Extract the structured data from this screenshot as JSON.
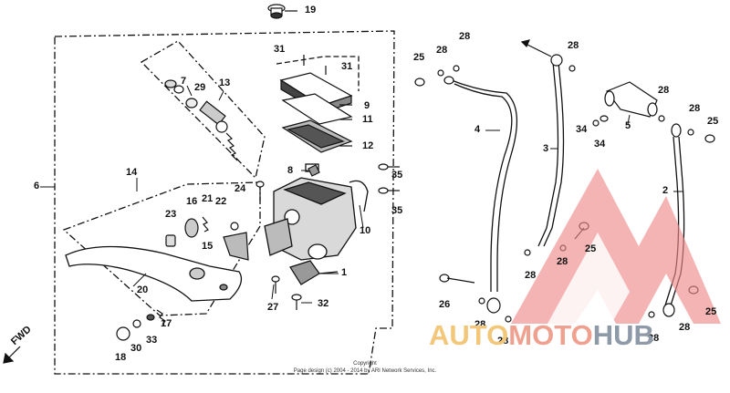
{
  "diagram": {
    "direction_label": "FWD",
    "copyright_line1": "Copyright",
    "copyright_line2": "Page design (c) 2004 - 2014 by ARI Network Services, Inc."
  },
  "watermark": {
    "part1": "AUTO",
    "part2": "MOTO",
    "part3": "HUB",
    "colors": {
      "auto": "#f2c77a",
      "moto": "#f0a08e",
      "hub": "#8f9aa8",
      "logo": "#f08a8a"
    }
  },
  "callouts": [
    {
      "id": "c19a",
      "text": "19"
    },
    {
      "id": "c31a",
      "text": "31"
    },
    {
      "id": "c31b",
      "text": "31"
    },
    {
      "id": "c13",
      "text": "13"
    },
    {
      "id": "c7",
      "text": "7"
    },
    {
      "id": "c29",
      "text": "29"
    },
    {
      "id": "c9",
      "text": "9"
    },
    {
      "id": "c11",
      "text": "11"
    },
    {
      "id": "c12",
      "text": "12"
    },
    {
      "id": "c6",
      "text": "6"
    },
    {
      "id": "c14",
      "text": "14"
    },
    {
      "id": "c8",
      "text": "8"
    },
    {
      "id": "c35a",
      "text": "35"
    },
    {
      "id": "c35b",
      "text": "35"
    },
    {
      "id": "c24",
      "text": "24"
    },
    {
      "id": "c16",
      "text": "16"
    },
    {
      "id": "c21",
      "text": "21"
    },
    {
      "id": "c22",
      "text": "22"
    },
    {
      "id": "c23",
      "text": "23"
    },
    {
      "id": "c15",
      "text": "15"
    },
    {
      "id": "c10",
      "text": "10"
    },
    {
      "id": "c1",
      "text": "1"
    },
    {
      "id": "c20",
      "text": "20"
    },
    {
      "id": "c27",
      "text": "27"
    },
    {
      "id": "c32",
      "text": "32"
    },
    {
      "id": "c17",
      "text": "17"
    },
    {
      "id": "c33",
      "text": "33"
    },
    {
      "id": "c30",
      "text": "30"
    },
    {
      "id": "c18",
      "text": "18"
    },
    {
      "id": "c25a",
      "text": "25"
    },
    {
      "id": "c28a",
      "text": "28"
    },
    {
      "id": "c28b",
      "text": "28"
    },
    {
      "id": "c28c",
      "text": "28"
    },
    {
      "id": "c4",
      "text": "4"
    },
    {
      "id": "c3",
      "text": "3"
    },
    {
      "id": "c5",
      "text": "5"
    },
    {
      "id": "c34a",
      "text": "34"
    },
    {
      "id": "c34b",
      "text": "34"
    },
    {
      "id": "c28d",
      "text": "28"
    },
    {
      "id": "c28e",
      "text": "28"
    },
    {
      "id": "c25b",
      "text": "25"
    },
    {
      "id": "c2",
      "text": "2"
    },
    {
      "id": "c25c",
      "text": "25"
    },
    {
      "id": "c28f",
      "text": "28"
    },
    {
      "id": "c28g",
      "text": "28"
    },
    {
      "id": "c26",
      "text": "26"
    },
    {
      "id": "c28h",
      "text": "28"
    },
    {
      "id": "c28i",
      "text": "28"
    },
    {
      "id": "c28j",
      "text": "28"
    },
    {
      "id": "c28k",
      "text": "28"
    },
    {
      "id": "c25d",
      "text": "25"
    }
  ]
}
